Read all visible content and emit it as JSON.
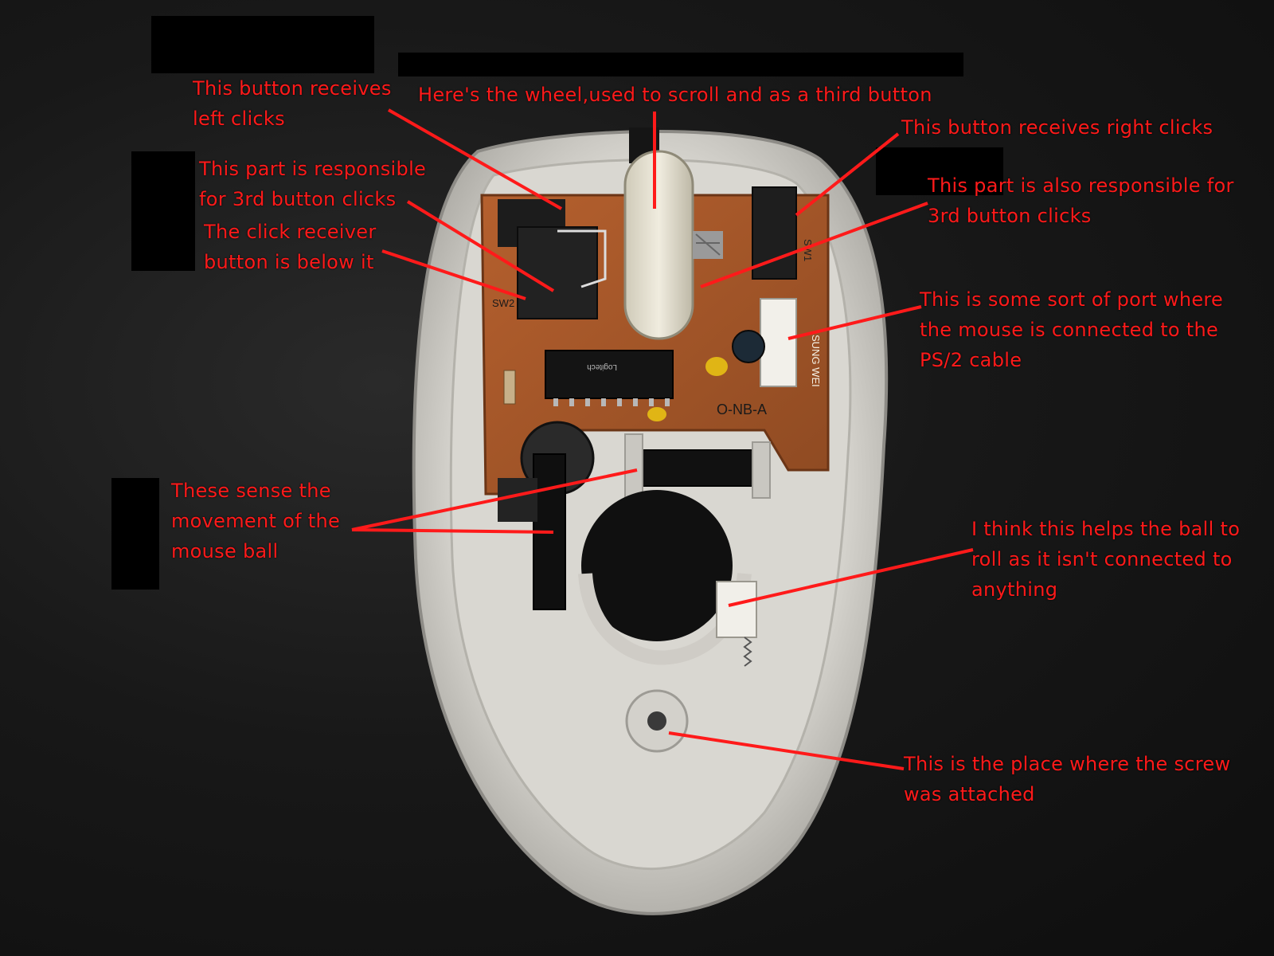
{
  "annotations": {
    "left_button": {
      "line1": "This button receives",
      "line2": "left clicks"
    },
    "wheel": {
      "line1": "Here's the wheel,used to scroll and as a third button"
    },
    "right_button": {
      "line1": "This button receives right clicks"
    },
    "third_button_left": {
      "line1": "This part is responsible",
      "line2": "for 3rd button clicks"
    },
    "third_button_right": {
      "line1": "This part is also responsible for",
      "line2": "3rd button clicks"
    },
    "click_receiver": {
      "line1": "The click receiver",
      "line2": "button is below it"
    },
    "port": {
      "line1": "This is some sort of port where",
      "line2": "the mouse is connected to the",
      "line3": "PS/2 cable"
    },
    "ball_sensors": {
      "line1": "These sense the",
      "line2": "movement of the",
      "line3": "mouse ball"
    },
    "roller": {
      "line1": "I think this helps the ball to",
      "line2": "roll as it isn't connected to",
      "line3": "anything"
    },
    "screw": {
      "line1": "This is the place where the screw",
      "line2": "was attached"
    }
  },
  "pcb_labels": {
    "sw1": "SW1",
    "sw2": "SW2",
    "brand": "SUNG WEI",
    "chip": "Logitech",
    "board": "O-NB-A"
  },
  "colors": {
    "annotation": "#ff1a1a",
    "background": "#151515",
    "shell": "#dcdad5",
    "pcb": "#a0522d"
  }
}
